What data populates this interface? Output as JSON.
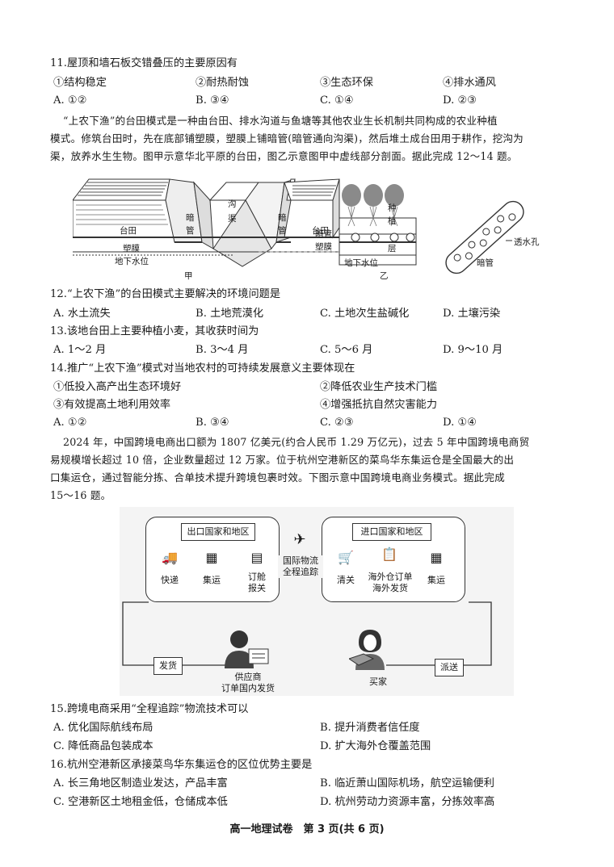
{
  "q11": {
    "stem": "11.屋顶和墙石板交错叠压的主要原因有",
    "opts": [
      "①结构稳定",
      "②耐热耐蚀",
      "③生态环保",
      "④排水通风"
    ],
    "choices": [
      "A. ①②",
      "B. ③④",
      "C. ①④",
      "D. ②③"
    ]
  },
  "passage1": [
    "“上农下渔”的台田模式是一种由台田、排水沟道与鱼塘等其他农业生长机制共同构成的农业种植",
    "模式。修筑台田时，先在底部铺塑膜，塑膜上铺暗管(暗管通向沟渠)，然后堆土成台田用于耕作，挖沟为",
    "渠，放养水生生物。图甲示意华北平原的台田，图乙示意图甲中虚线部分剖面。据此完成 12～14 题。"
  ],
  "fig1": {
    "taitian_left": "台田",
    "taitian_right": "台田",
    "anguan_left": "暗\n管",
    "gouqu": "沟\n渠",
    "anguan_right": "暗\n管",
    "sumo": "塑膜",
    "water": "地下水位",
    "caption_a": "甲",
    "zhongzhi": "种\n植",
    "ceng": "层",
    "anguan_b": "暗管",
    "sumo_b": "塑膜",
    "water_b": "地下水位",
    "caption_b": "乙",
    "toushui": "透水孔",
    "anguan_c": "暗管"
  },
  "q12": {
    "stem": "12.“上农下渔”的台田模式主要解决的环境问题是",
    "choices": [
      "A. 水土流失",
      "B. 土地荒漠化",
      "C. 土地次生盐碱化",
      "D. 土壤污染"
    ]
  },
  "q13": {
    "stem": "13.该地台田上主要种植小麦，其收获时间为",
    "choices": [
      "A. 1～2 月",
      "B. 3～4 月",
      "C. 5～6 月",
      "D. 9～10 月"
    ]
  },
  "q14": {
    "stem": "14.推广“上农下渔”模式对当地农村的可持续发展意义主要体现在",
    "opts": [
      "①低投入高产出生态环境好",
      "②降低农业生产技术门槛",
      "③有效提高土地利用效率",
      "④增强抵抗自然灾害能力"
    ],
    "choices": [
      "A. ①②",
      "B. ③④",
      "C. ②③",
      "D. ①④"
    ]
  },
  "passage2": [
    "2024 年，中国跨境电商出口额为 1807 亿美元(约合人民币 1.29 万亿元)，过去 5 年中国跨境电商贸",
    "易规模增长超过 10 倍，企业数量超过 12 万家。位于杭州空港新区的菜鸟华东集运仓是全国最大的出",
    "口集运仓，通过智能分拣、合单技术提升跨境包裹时效。下图示意中国跨境电商业务模式。据此完成",
    "15～16 题。"
  ],
  "fig2": {
    "export_title": "出口国家和地区",
    "import_title": "进口国家和地区",
    "kuaidi": "快递",
    "jiyun_l": "集运",
    "dingcang": "订舱\n报关",
    "logistics": "国际物流\n全程追踪",
    "qingguan": "清关",
    "haiwai": "海外仓订单\n海外发货",
    "jiyun_r": "集运",
    "fahuo": "发货",
    "paisong": "派送",
    "supplier": "供应商\n订单国内发货",
    "buyer": "买家"
  },
  "q15": {
    "stem": "15.跨境电商采用“全程追踪”物流技术可以",
    "choices": [
      "A. 优化国际航线布局",
      "B. 提升消费者信任度",
      "C. 降低商品包装成本",
      "D. 扩大海外仓覆盖范围"
    ]
  },
  "q16": {
    "stem": "16.杭州空港新区承接菜鸟华东集运仓的区位优势主要是",
    "choices": [
      "A. 长三角地区制造业发达，产品丰富",
      "B. 临近萧山国际机场，航空运输便利",
      "C. 空港新区土地租金低，仓储成本低",
      "D. 杭州劳动力资源丰富，分拣效率高"
    ]
  },
  "footer": "高一地理试卷　第 3 页(共 6 页)"
}
